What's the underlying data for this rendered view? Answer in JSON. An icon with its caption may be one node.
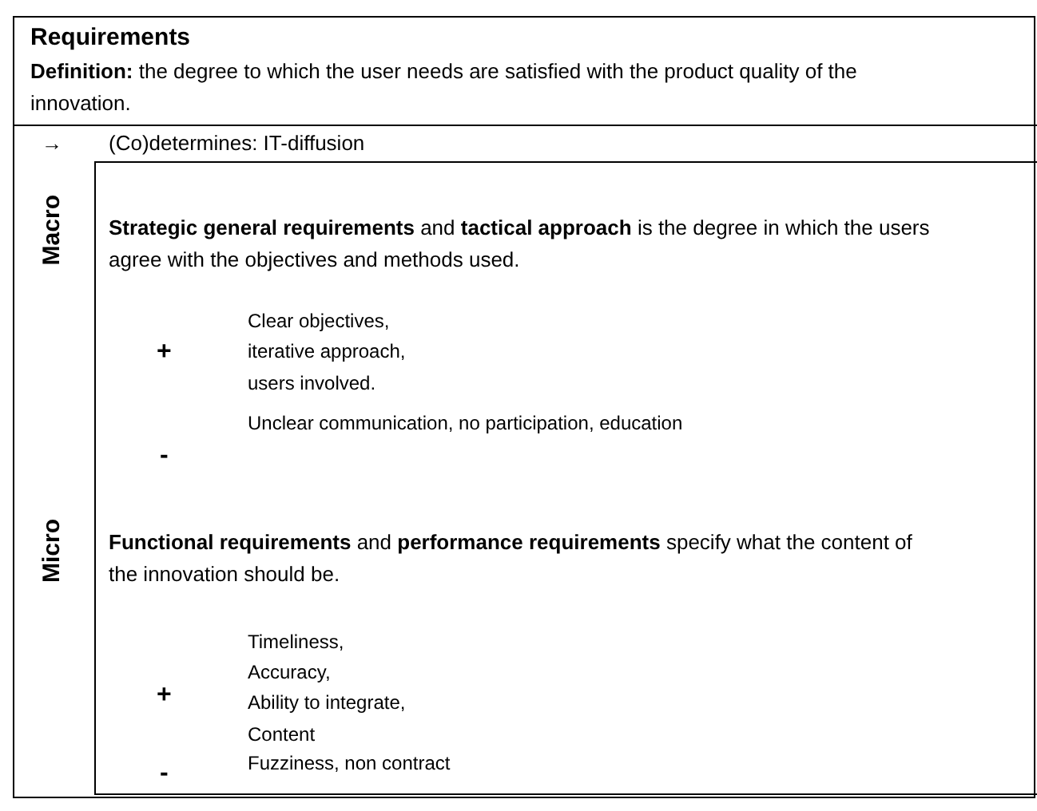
{
  "diagram": {
    "nodes": [
      {
        "text": [
          "Requirements",
          "**Definition:** the degree to which the user needs are satisfied with the product quality of the innovation."
        ]
      },
      {
        "text": [
          "**Strategic general requirements** and **tactical approach** is the degree in which the users agree with the objectives and methods used.",
          "**Functional requirements** and **performance requirements** specify what the content of the innovation should be."
        ],
        "in": 0
      }
    ],
    "edges": [],
    "labels": [
      "→",
      "(Co)determines: IT-diffusion",
      "Macro",
      "+",
      "Clear objectives,",
      "iterative approach,",
      "users involved.",
      "-",
      "Unclear communication, no participation, education",
      "Micro",
      "+",
      "Timeliness,",
      "Accuracy,",
      "Ability to integrate,",
      "Content",
      "-",
      "Fuzziness, non contract"
    ]
  }
}
